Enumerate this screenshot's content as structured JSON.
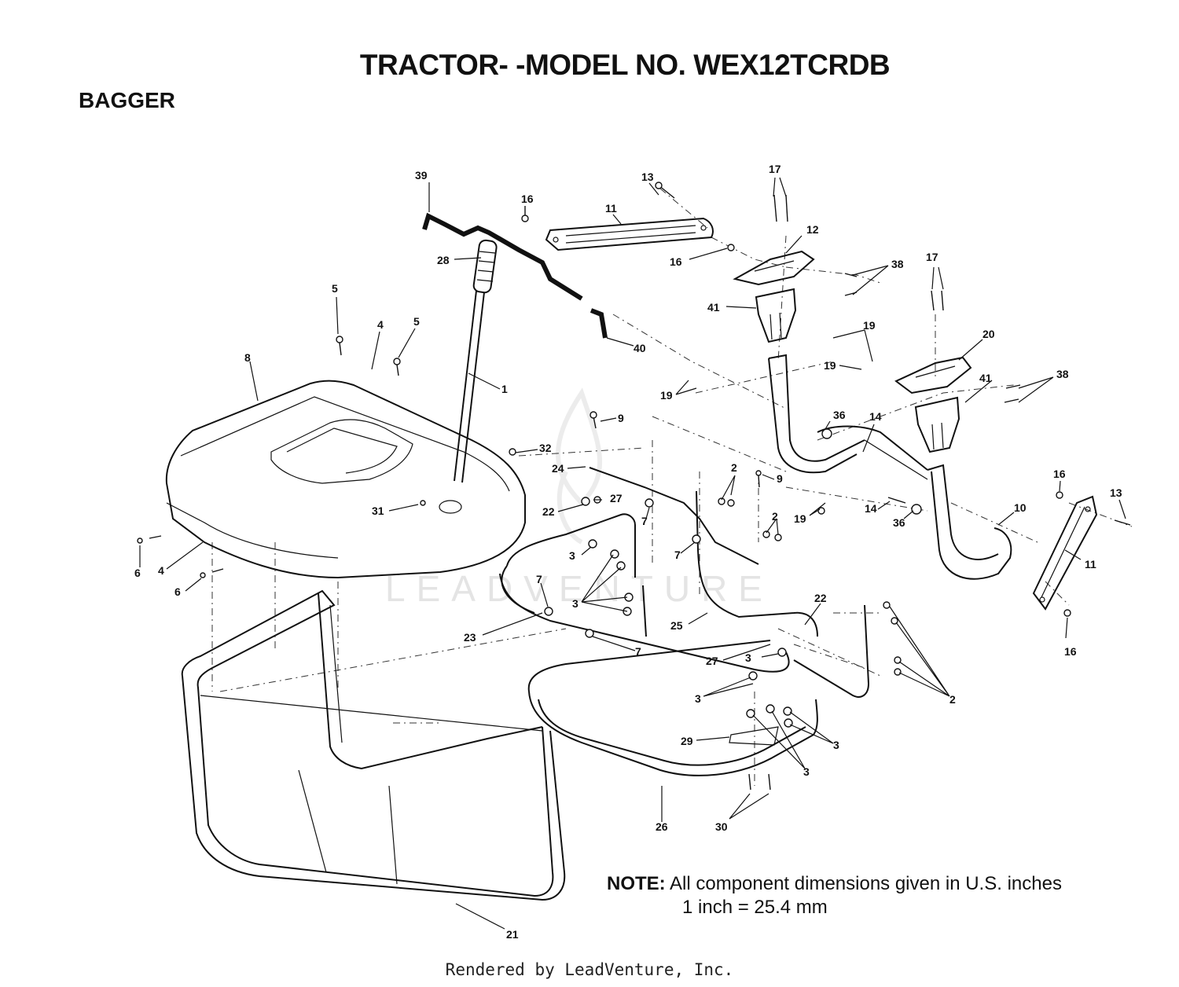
{
  "title": "TRACTOR- -MODEL NO. WEX12TCRDB",
  "section": "BAGGER",
  "note": {
    "label": "NOTE:",
    "line1": "All component dimensions given in U.S. inches",
    "line2": "1 inch = 25.4 mm"
  },
  "footer": "Rendered by LeadVenture, Inc.",
  "watermark": "LEADVENTURE",
  "callouts": [
    {
      "id": "c39",
      "text": "39"
    },
    {
      "id": "c16a",
      "text": "16"
    },
    {
      "id": "c13a",
      "text": "13"
    },
    {
      "id": "c11a",
      "text": "11"
    },
    {
      "id": "c17a",
      "text": "17"
    },
    {
      "id": "c12",
      "text": "12"
    },
    {
      "id": "c28",
      "text": "28"
    },
    {
      "id": "c16b",
      "text": "16"
    },
    {
      "id": "c38a",
      "text": "38"
    },
    {
      "id": "c17b",
      "text": "17"
    },
    {
      "id": "c5a",
      "text": "5"
    },
    {
      "id": "c41a",
      "text": "41"
    },
    {
      "id": "c4a",
      "text": "4"
    },
    {
      "id": "c5b",
      "text": "5"
    },
    {
      "id": "c40",
      "text": "40"
    },
    {
      "id": "c19a",
      "text": "19"
    },
    {
      "id": "c20",
      "text": "20"
    },
    {
      "id": "c8",
      "text": "8"
    },
    {
      "id": "c19b",
      "text": "19"
    },
    {
      "id": "c38b",
      "text": "38"
    },
    {
      "id": "c1",
      "text": "1"
    },
    {
      "id": "c41b",
      "text": "41"
    },
    {
      "id": "c19c",
      "text": "19"
    },
    {
      "id": "c9a",
      "text": "9"
    },
    {
      "id": "c36a",
      "text": "36"
    },
    {
      "id": "c14a",
      "text": "14"
    },
    {
      "id": "c32",
      "text": "32"
    },
    {
      "id": "c24",
      "text": "24"
    },
    {
      "id": "c2a",
      "text": "2"
    },
    {
      "id": "c9b",
      "text": "9"
    },
    {
      "id": "c16c",
      "text": "16"
    },
    {
      "id": "c13b",
      "text": "13"
    },
    {
      "id": "c27a",
      "text": "27"
    },
    {
      "id": "c31",
      "text": "31"
    },
    {
      "id": "c22a",
      "text": "22"
    },
    {
      "id": "c14b",
      "text": "14"
    },
    {
      "id": "c10",
      "text": "10"
    },
    {
      "id": "c7a",
      "text": "7"
    },
    {
      "id": "c2b",
      "text": "2"
    },
    {
      "id": "c19d",
      "text": "19"
    },
    {
      "id": "c36b",
      "text": "36"
    },
    {
      "id": "c6a",
      "text": "6"
    },
    {
      "id": "c4b",
      "text": "4"
    },
    {
      "id": "c3a",
      "text": "3"
    },
    {
      "id": "c7b",
      "text": "7"
    },
    {
      "id": "c11b",
      "text": "11"
    },
    {
      "id": "c6b",
      "text": "6"
    },
    {
      "id": "c7c",
      "text": "7"
    },
    {
      "id": "c3b",
      "text": "3"
    },
    {
      "id": "c22b",
      "text": "22"
    },
    {
      "id": "c23",
      "text": "23"
    },
    {
      "id": "c25",
      "text": "25"
    },
    {
      "id": "c16d",
      "text": "16"
    },
    {
      "id": "c7d",
      "text": "7"
    },
    {
      "id": "c3c",
      "text": "3"
    },
    {
      "id": "c27b",
      "text": "27"
    },
    {
      "id": "c3d",
      "text": "3"
    },
    {
      "id": "c2c",
      "text": "2"
    },
    {
      "id": "c29",
      "text": "29"
    },
    {
      "id": "c3e",
      "text": "3"
    },
    {
      "id": "c3f",
      "text": "3"
    },
    {
      "id": "c26",
      "text": "26"
    },
    {
      "id": "c30",
      "text": "30"
    },
    {
      "id": "c21",
      "text": "21"
    }
  ]
}
